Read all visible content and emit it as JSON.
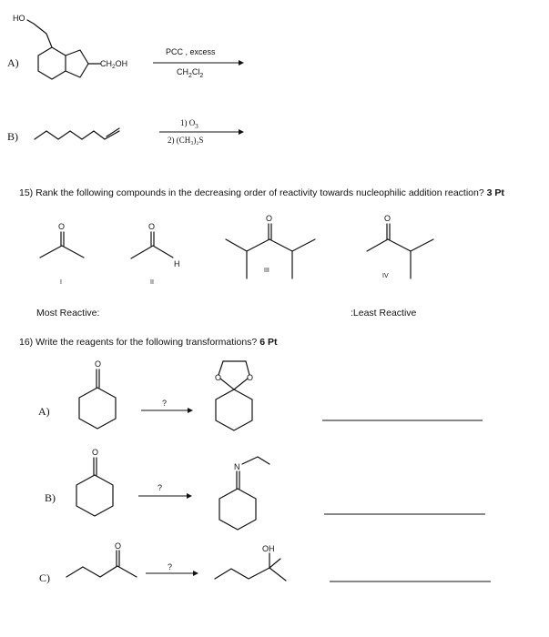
{
  "part_a_label": "A)",
  "part_b_label": "B)",
  "reaction_a": {
    "substituent_top": "HO",
    "substituent_right_prefix": "CH",
    "substituent_right_sub": "2",
    "substituent_right_suffix": "OH",
    "reagent_top": "PCC , excess",
    "solvent_prefix": "CH",
    "solvent_sub1": "2",
    "solvent_mid": "Cl",
    "solvent_sub2": "2"
  },
  "reaction_b": {
    "step1_prefix": "1) O",
    "step1_sub": "3",
    "step2": "2) (CH₃)₂S"
  },
  "q15": {
    "text": "15) Rank the following compounds in the decreasing order of reactivity towards nucleophilic addition reaction?",
    "points": "3 Pt",
    "roman_labels": [
      "I",
      "II",
      "III",
      "IV"
    ],
    "oxygen": "O",
    "hydrogen": "H",
    "most_reactive": "Most Reactive:",
    "least_reactive": ":Least Reactive"
  },
  "q16": {
    "text": "16) Write the reagents for the following transformations?",
    "points": "6 Pt",
    "labels": [
      "A)",
      "B)",
      "C)"
    ],
    "question_mark": "?",
    "oxygen": "O",
    "nitrogen": "N",
    "hydroxyl": "OH"
  }
}
